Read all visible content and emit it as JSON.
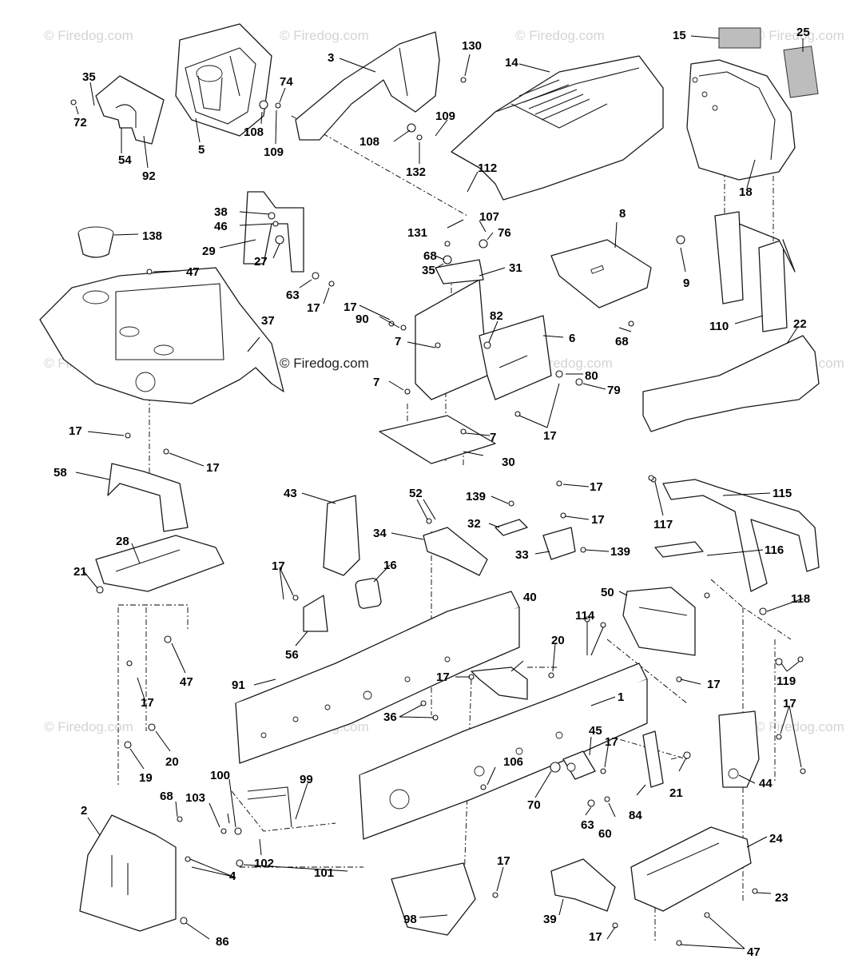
{
  "watermark": {
    "text": "© Firedog.com"
  },
  "callouts": [
    {
      "label": "35"
    },
    {
      "label": "72"
    },
    {
      "label": "54"
    },
    {
      "label": "92"
    },
    {
      "label": "5"
    },
    {
      "label": "74"
    },
    {
      "label": "108"
    },
    {
      "label": "109"
    },
    {
      "label": "3"
    },
    {
      "label": "130"
    },
    {
      "label": "14"
    },
    {
      "label": "108"
    },
    {
      "label": "109"
    },
    {
      "label": "132"
    },
    {
      "label": "112"
    },
    {
      "label": "15"
    },
    {
      "label": "25"
    },
    {
      "label": "18"
    },
    {
      "label": "138"
    },
    {
      "label": "38"
    },
    {
      "label": "46"
    },
    {
      "label": "29"
    },
    {
      "label": "27"
    },
    {
      "label": "47"
    },
    {
      "label": "63"
    },
    {
      "label": "17"
    },
    {
      "label": "131"
    },
    {
      "label": "107"
    },
    {
      "label": "76"
    },
    {
      "label": "68"
    },
    {
      "label": "35"
    },
    {
      "label": "31"
    },
    {
      "label": "8"
    },
    {
      "label": "9"
    },
    {
      "label": "17"
    },
    {
      "label": "90"
    },
    {
      "label": "37"
    },
    {
      "label": "82"
    },
    {
      "label": "6"
    },
    {
      "label": "68"
    },
    {
      "label": "110"
    },
    {
      "label": "22"
    },
    {
      "label": "7"
    },
    {
      "label": "80"
    },
    {
      "label": "79"
    },
    {
      "label": "7"
    },
    {
      "label": "17"
    },
    {
      "label": "7"
    },
    {
      "label": "30"
    },
    {
      "label": "17"
    },
    {
      "label": "17"
    },
    {
      "label": "58"
    },
    {
      "label": "43"
    },
    {
      "label": "52"
    },
    {
      "label": "139"
    },
    {
      "label": "17"
    },
    {
      "label": "17"
    },
    {
      "label": "32"
    },
    {
      "label": "34"
    },
    {
      "label": "33"
    },
    {
      "label": "139"
    },
    {
      "label": "115"
    },
    {
      "label": "117"
    },
    {
      "label": "116"
    },
    {
      "label": "28"
    },
    {
      "label": "21"
    },
    {
      "label": "17"
    },
    {
      "label": "16"
    },
    {
      "label": "56"
    },
    {
      "label": "50"
    },
    {
      "label": "118"
    },
    {
      "label": "40"
    },
    {
      "label": "114"
    },
    {
      "label": "47"
    },
    {
      "label": "20"
    },
    {
      "label": "17"
    },
    {
      "label": "17"
    },
    {
      "label": "119"
    },
    {
      "label": "91"
    },
    {
      "label": "17"
    },
    {
      "label": "1"
    },
    {
      "label": "36"
    },
    {
      "label": "17"
    },
    {
      "label": "20"
    },
    {
      "label": "19"
    },
    {
      "label": "45"
    },
    {
      "label": "17"
    },
    {
      "label": "100"
    },
    {
      "label": "99"
    },
    {
      "label": "106"
    },
    {
      "label": "21"
    },
    {
      "label": "44"
    },
    {
      "label": "2"
    },
    {
      "label": "68"
    },
    {
      "label": "103"
    },
    {
      "label": "70"
    },
    {
      "label": "84"
    },
    {
      "label": "63"
    },
    {
      "label": "60"
    },
    {
      "label": "4"
    },
    {
      "label": "102"
    },
    {
      "label": "24"
    },
    {
      "label": "101"
    },
    {
      "label": "17"
    },
    {
      "label": "23"
    },
    {
      "label": "98"
    },
    {
      "label": "39"
    },
    {
      "label": "17"
    },
    {
      "label": "47"
    },
    {
      "label": "86"
    }
  ]
}
